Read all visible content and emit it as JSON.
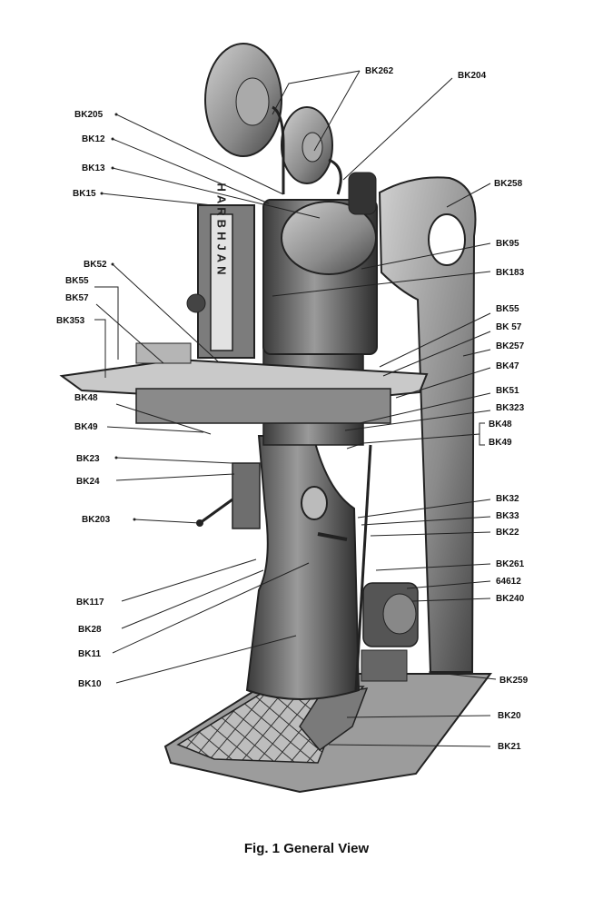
{
  "caption": "Fig. 1 General View",
  "brand_vertical": "HARBHJAN",
  "labels": {
    "BK262": "BK262",
    "BK204": "BK204",
    "BK205": "BK205",
    "BK12": "BK12",
    "BK13": "BK13",
    "BK15": "BK15",
    "BK258": "BK258",
    "BK95": "BK95",
    "BK183": "BK183",
    "BK52": "BK52",
    "BK55_left": "BK55",
    "BK57_left": "BK57",
    "BK353": "BK353",
    "BK55_right": "BK55",
    "BK57_right": "BK 57",
    "BK257": "BK257",
    "BK47": "BK47",
    "BK51": "BK51",
    "BK323": "BK323",
    "BK48_left": "BK48",
    "BK49_left": "BK49",
    "BK48_right": "BK48",
    "BK49_right": "BK49",
    "BK23": "BK23",
    "BK24": "BK24",
    "BK32": "BK32",
    "BK33": "BK33",
    "BK22": "BK22",
    "BK203": "BK203",
    "BK261": "BK261",
    "64612": "64612",
    "BK240": "BK240",
    "BK117": "BK117",
    "BK28": "BK28",
    "BK11": "BK11",
    "BK10": "BK10",
    "BK259": "BK259",
    "BK20": "BK20",
    "BK21": "BK21"
  }
}
